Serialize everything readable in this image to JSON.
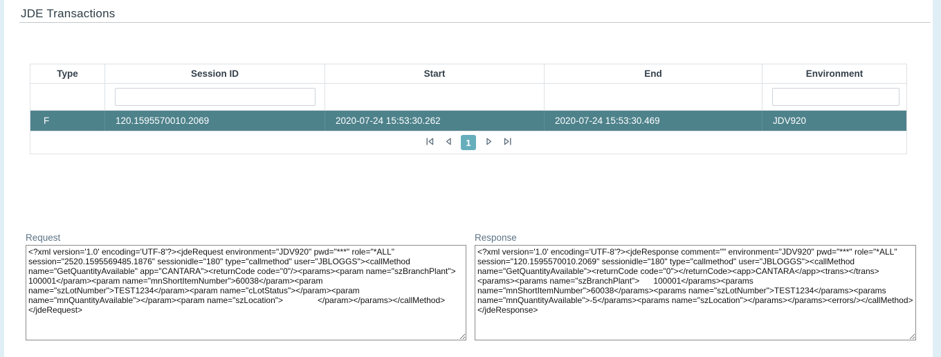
{
  "page": {
    "title": "JDE Transactions"
  },
  "table": {
    "headers": [
      "Type",
      "Session ID",
      "Start",
      "End",
      "Environment"
    ],
    "filters": {
      "session_id_value": "",
      "environment_value": ""
    },
    "row": {
      "type": "F",
      "session_id": "120.1595570010.2069",
      "start": "2020-07-24 15:53:30.262",
      "end": "2020-07-24 15:53:30.469",
      "environment": "JDV920"
    },
    "paginator": {
      "current_page": "1"
    }
  },
  "request": {
    "label": "Request",
    "value": "<?xml version='1.0' encoding='UTF-8'?><jdeRequest environment=\"JDV920\" pwd=\"***\" role=\"*ALL\" session=\"2520.1595569485.1876\" sessionidle=\"180\" type=\"callmethod\" user=\"JBLOGGS\"><callMethod name=\"GetQuantityAvailable\" app=\"CANTARA\"><returnCode code=\"0\"/><params><param name=\"szBranchPlant\">      100001</param><param name=\"mnShortItemNumber\">60038</param><param name=\"szLotNumber\">TEST1234</param><param name=\"cLotStatus\"></param><param name=\"mnQuantityAvailable\"></param><param name=\"szLocation\">               </param></params></callMethod></jdeRequest>"
  },
  "response": {
    "label": "Response",
    "value": "<?xml version='1.0' encoding='UTF-8'?><jdeResponse comment=\"\" environment=\"JDV920\" pwd=\"***\" role=\"*ALL\" session=\"120.1595570010.2069\" sessionidle=\"180\" type=\"callmethod\" user=\"JBLOGGS\"><callMethod name=\"GetQuantityAvailable\"><returnCode code=\"0\"></returnCode><app>CANTARA</app><trans></trans><params><params name=\"szBranchPlant\">      100001</params><params name=\"mnShortItemNumber\">60038</params><params name=\"szLotNumber\">TEST1234</params><params name=\"mnQuantityAvailable\">-5</params><params name=\"szLocation\"></params></params><errors/></callMethod></jdeResponse>"
  },
  "colors": {
    "selected_row": "#4e828b",
    "active_page": "#67aebc",
    "side_strip": "#e0eff6",
    "title_text": "#2e3c46",
    "label_text": "#5d7486"
  }
}
